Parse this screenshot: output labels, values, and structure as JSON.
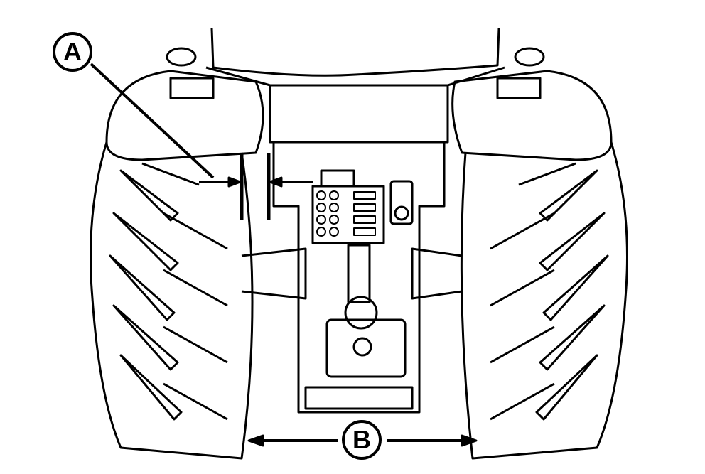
{
  "diagram": {
    "subject": "tractor rear view with rear wheels, 3-point hitch and rear hydraulic couplers",
    "callouts": [
      {
        "id": "A",
        "label": "A",
        "meaning": "gap between rear tire inner edge and hitch/fender (arrows indicating clearance)"
      },
      {
        "id": "B",
        "label": "B",
        "meaning": "rear wheel tread width (distance between tires)"
      }
    ],
    "colors": {
      "line": "#000000",
      "background": "#ffffff"
    }
  }
}
